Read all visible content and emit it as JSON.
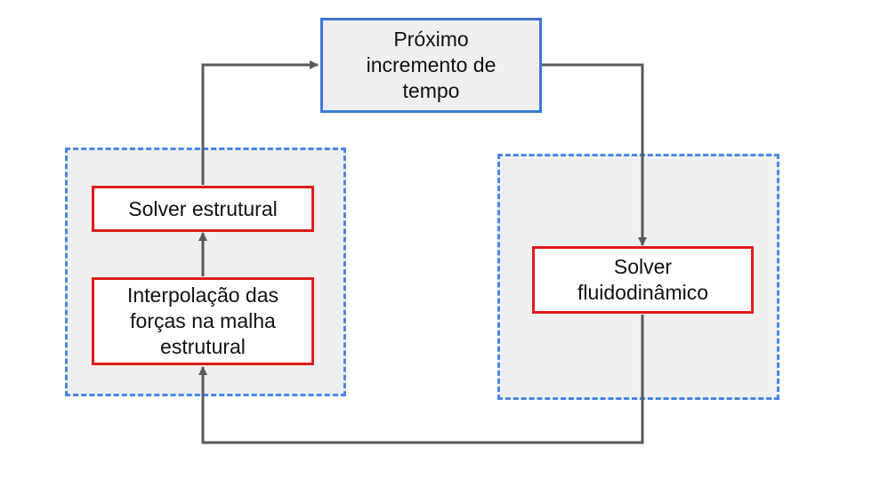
{
  "nodes": {
    "next_step": "Próximo\nincremento de\ntempo",
    "structural_solver": "Solver estrutural",
    "force_interpolation": "Interpolação das\nforças na malha\nestrutural",
    "fluid_solver": "Solver\nfluidodinâmico"
  },
  "colors": {
    "group_fill": "#efefef",
    "group_border": "#4a86e8",
    "next_step_border": "#3c78d8",
    "solver_border": "#e01b1b",
    "connector": "#595959"
  }
}
